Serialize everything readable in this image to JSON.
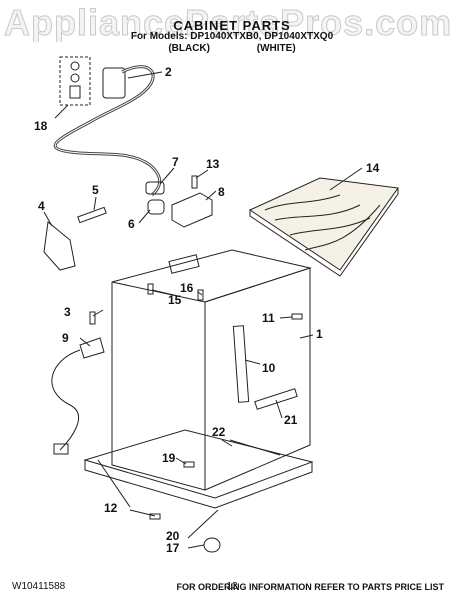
{
  "watermark": "AppliancePartsPros.com",
  "header": {
    "title": "CABINET PARTS",
    "models_line": "For Models: DP1040XTXB0, DP1040XTXQ0",
    "variant_black": "(BLACK)",
    "variant_white": "(WHITE)"
  },
  "callouts": [
    "1",
    "2",
    "3",
    "4",
    "5",
    "6",
    "7",
    "8",
    "9",
    "10",
    "11",
    "12",
    "13",
    "14",
    "15",
    "16",
    "17",
    "18",
    "19",
    "20",
    "21",
    "22"
  ],
  "footer": {
    "doc_number": "W10411588",
    "page_number": "13",
    "note": "FOR ORDERING INFORMATION REFER TO PARTS PRICE LIST"
  }
}
